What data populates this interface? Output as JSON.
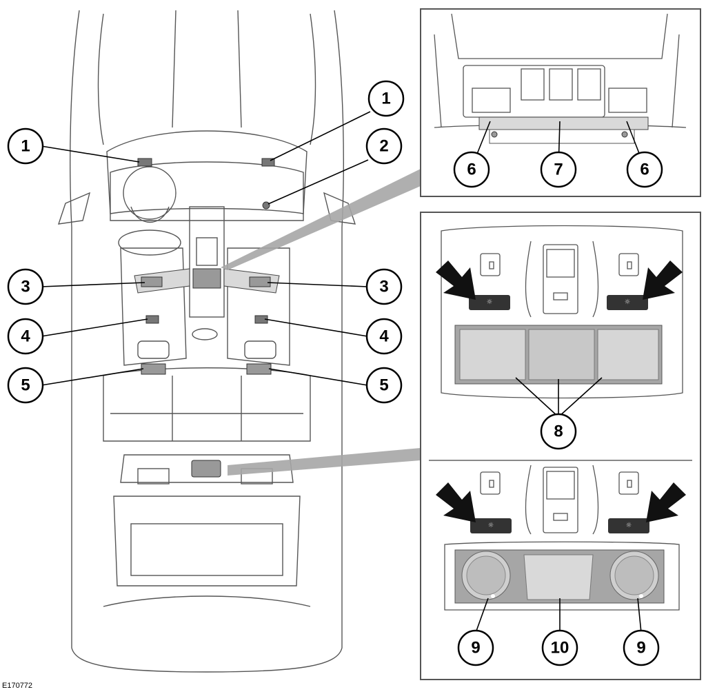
{
  "figure_code": "E170772",
  "callouts": {
    "c1a": "1",
    "c1b": "1",
    "c2": "2",
    "c3a": "3",
    "c3b": "3",
    "c4a": "4",
    "c4b": "4",
    "c5a": "5",
    "c5b": "5",
    "c6a": "6",
    "c7": "7",
    "c6b": "6",
    "c8": "8",
    "c9a": "9",
    "c10": "10",
    "c9b": "9"
  },
  "colors": {
    "line": "#000000",
    "light_gray": "#d9d9d9",
    "mid_gray": "#a6a6a6",
    "panel_border": "#555555"
  }
}
